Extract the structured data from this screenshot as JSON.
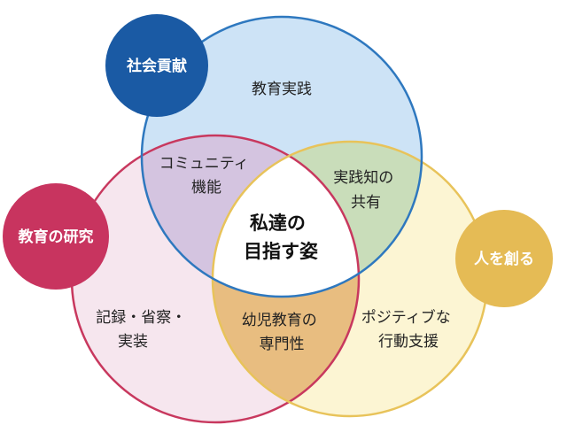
{
  "colors": {
    "blue_fill": "#cde3f6",
    "blue_stroke": "#2e78bf",
    "pink_fill": "#f6e6ee",
    "pink_stroke": "#c8385e",
    "yellow_fill": "#fcf5d3",
    "yellow_stroke": "#e8c35a",
    "purple_overlap": "#d4c4e0",
    "green_overlap": "#c9ddba",
    "orange_overlap": "#e8bd80",
    "center_fill": "#ffffff",
    "badge_blue": "#1a5aa4",
    "badge_pink": "#c8345f",
    "badge_yellow": "#e5bb55"
  },
  "badges": {
    "social": "社会貢献",
    "research": "教育の研究",
    "create": "人を創る"
  },
  "regions": {
    "top": "教育実践",
    "left_lines": [
      "記録・省察・",
      "実装"
    ],
    "right_lines": [
      "ポジティブな",
      "行動支援"
    ],
    "community_lines": [
      "コミュニティ",
      "機能"
    ],
    "shared_lines": [
      "実践知の",
      "共有"
    ],
    "expert_lines": [
      "幼児教育の",
      "専門性"
    ],
    "center_lines": [
      "私達の",
      "目指す姿"
    ]
  }
}
